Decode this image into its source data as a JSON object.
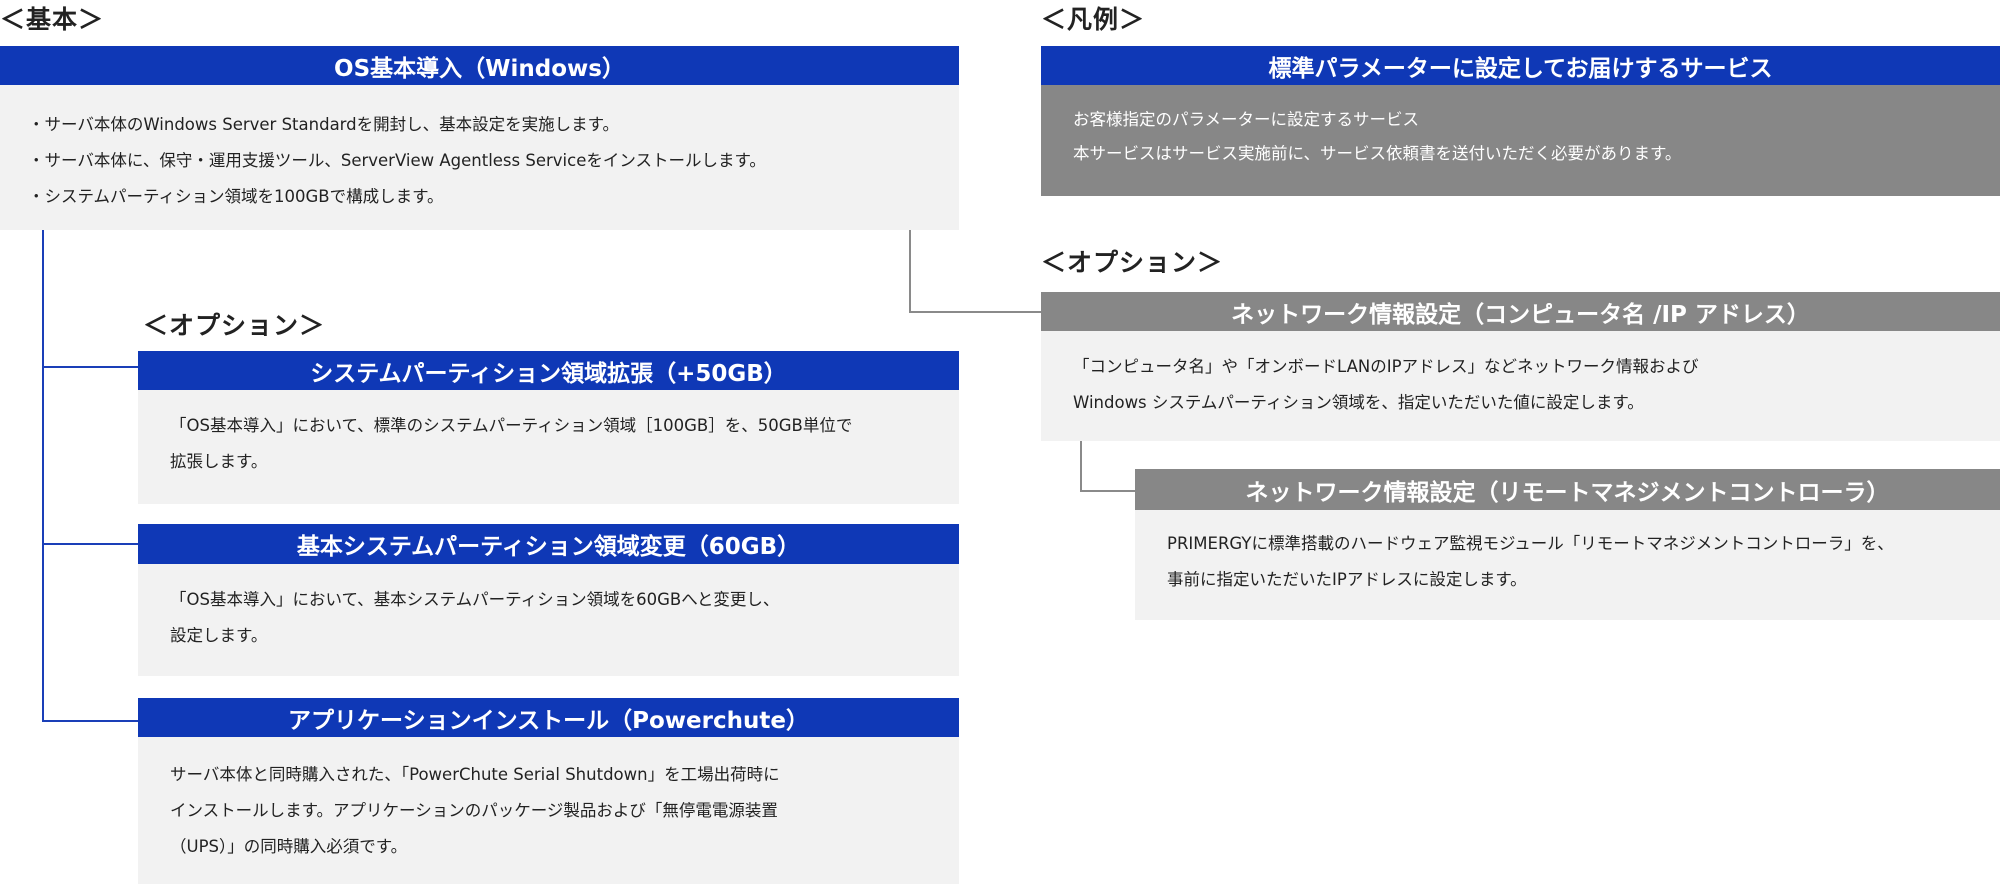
{
  "basic": {
    "section_title": "＜基本＞",
    "header": "OS基本導入（Windows）",
    "lines": [
      "・サーバ本体のWindows Server Standardを開封し、基本設定を実施します。",
      "・サーバ本体に、保守・運用支援ツール、ServerView Agentless Serviceをインストールします。",
      "・システムパーティション領域を100GBで構成します。"
    ]
  },
  "left_options": {
    "section_title": "＜オプション＞",
    "items": [
      {
        "header": "システムパーティション領域拡張（+50GB）",
        "lines": [
          "「OS基本導入」において、標準のシステムパーティション領域［100GB］を、50GB単位で",
          "拡張します。"
        ]
      },
      {
        "header": "基本システムパーティション領域変更（60GB）",
        "lines": [
          "「OS基本導入」において、基本システムパーティション領域を60GBへと変更し、",
          "設定します。"
        ]
      },
      {
        "header": "アプリケーションインストール（Powerchute）",
        "lines": [
          "サーバ本体と同時購入された、「PowerChute Serial Shutdown」を工場出荷時に",
          "インストールします。アプリケーションのパッケージ製品および「無停電電源装置",
          "（UPS）」の同時購入必須です。"
        ]
      }
    ]
  },
  "legend": {
    "section_title": "＜凡例＞",
    "standard_label": "標準パラメーターに設定してお届けするサービス",
    "custom_lines": [
      "お客様指定のパラメーターに設定するサービス",
      "本サービスはサービス実施前に、サービス依頼書を送付いただく必要があります。"
    ]
  },
  "right_options": {
    "section_title": "＜オプション＞",
    "network": {
      "header": "ネットワーク情報設定（コンピュータ名 /IP アドレス）",
      "lines": [
        "「コンピュータ名」や「オンボードLANのIPアドレス」などネットワーク情報および",
        "Windows システムパーティション領域を、指定いただいた値に設定します。"
      ]
    },
    "rmc": {
      "header": "ネットワーク情報設定（リモートマネジメントコントローラ）",
      "lines": [
        "PRIMERGYに標準搭載のハードウェア監視モジュール「リモートマネジメントコントローラ」を、",
        "事前に指定いただいたIPアドレスに設定します。"
      ]
    }
  },
  "colors": {
    "blue": "#0f38b6",
    "gray": "#878787",
    "body": "#f2f2f2"
  }
}
